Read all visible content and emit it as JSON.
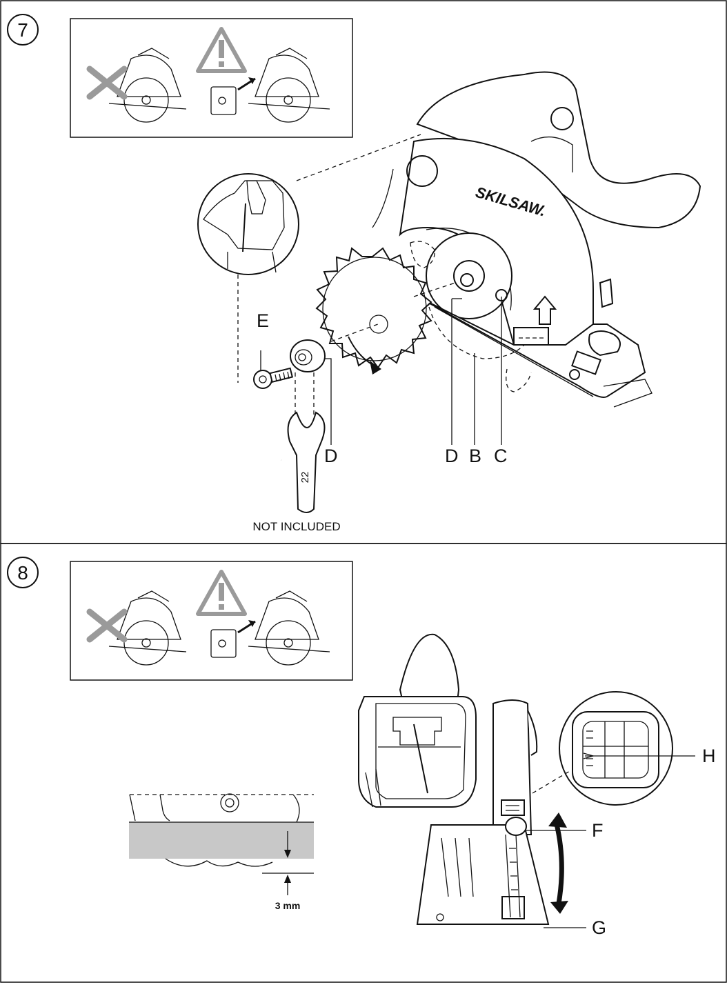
{
  "figure7": {
    "step_number": "7",
    "labels": {
      "E": "E",
      "D_left": "D",
      "D_right": "D",
      "B": "B",
      "C": "C"
    },
    "brand_logo": "SKILSAW.",
    "wrench_size": "22",
    "not_included": "NOT INCLUDED"
  },
  "figure8": {
    "step_number": "8",
    "labels": {
      "H": "H",
      "F": "F",
      "G": "G"
    },
    "depth_note": "3 mm"
  },
  "colors": {
    "line": "#111111",
    "warning_gray": "#9a9a9a",
    "workpiece_gray": "#c8c8c8"
  }
}
